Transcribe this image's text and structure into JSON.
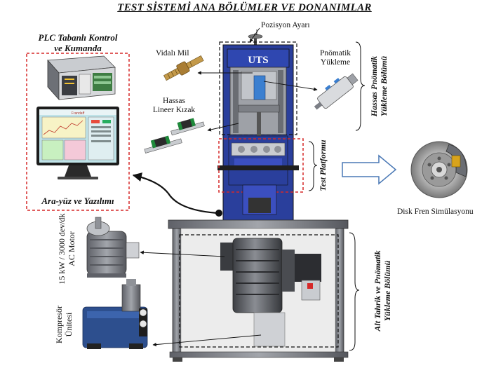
{
  "title": "TEST SİSTEMİ ANA BÖLÜMLER VE DONANIMLAR",
  "labels": {
    "plc_line1": "PLC Tabanlı Kontrol",
    "plc_line2": "ve Kumanda",
    "interface": "Ara-yüz ve Yazılımı",
    "screen_title": "Frandaff",
    "vidali_mil": "Vidalı Mil",
    "hassas_line1": "Hassas",
    "hassas_line2": "Lineer Kızak",
    "pozisyon": "Pozisyon Ayarı",
    "uts": "UTS",
    "pnomatik_line1": "Pnömatik",
    "pnomatik_line2": "Yükleme",
    "hassas_pnomatik_line1": "Hassas Pnömatik",
    "hassas_pnomatik_line2": "Yükleme  Bölümü",
    "test_platformu": "Test Platformu",
    "disk_fren": "Disk Fren Simülasyonu",
    "motor_line1": "15 kW / 3000 dev/dk",
    "motor_line2": "AC Motor",
    "kompresor_line1": "Kompresör",
    "kompresor_line2": "Ünitesi",
    "alt_tahrik_line1": "Alt Tahrik ve Pnömatik",
    "alt_tahrik_line2": "Yükleme Bölümü"
  },
  "colors": {
    "frame_blue": "#2a3f9c",
    "dashed_red": "#d62828",
    "steel": "#7c7f86",
    "plc_green": "#3e7d43",
    "screen_bg": "#bfe3e8"
  }
}
